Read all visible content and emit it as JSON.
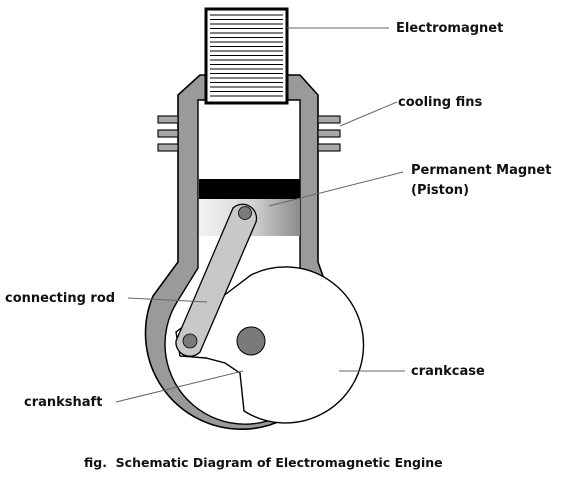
{
  "labels": {
    "electromagnet": "Electromagnet",
    "cooling_fins": "cooling fins",
    "permanent_magnet_line1": "Permanent Magnet",
    "permanent_magnet_line2": "(Piston)",
    "connecting_rod": "connecting rod",
    "crankcase": "crankcase",
    "crankshaft": "crankshaft"
  },
  "caption": "fig.  Schematic Diagram of Electromagnetic Engine",
  "colors": {
    "outline": "#000000",
    "wall": "#9a9a9a",
    "fin": "#a8a8a8",
    "piston_top": "#000000",
    "piston_gradient_light": "#f4f4f4",
    "piston_gradient_dark": "#8c8c8c",
    "rod": "#c8c8c8",
    "pin": "#7a7a7a",
    "leader": "#666666"
  },
  "icons": {
    "electromagnet": "coil-stack-icon",
    "piston": "gradient-block-icon"
  }
}
